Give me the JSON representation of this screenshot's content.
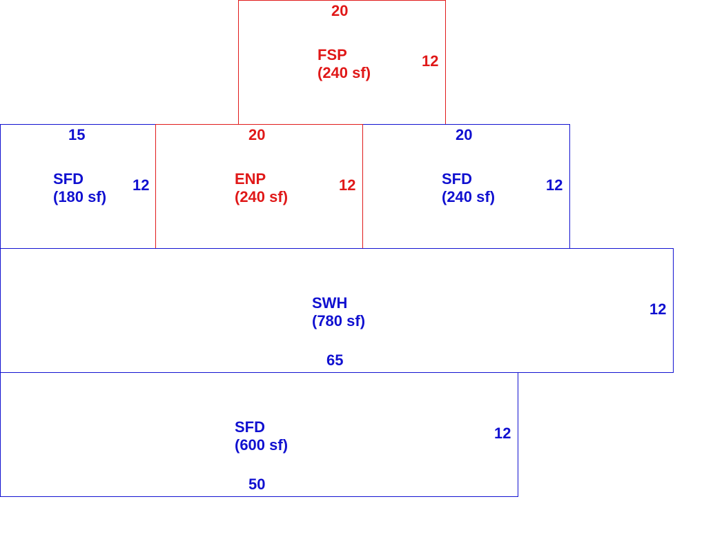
{
  "colors": {
    "blue": "#1010d0",
    "red": "#e01818"
  },
  "rooms": {
    "fsp": {
      "code": "FSP",
      "area": "(240 sf)",
      "width": "20",
      "depth": "12",
      "color": "red"
    },
    "sfd_left": {
      "code": "SFD",
      "area": "(180 sf)",
      "width": "15",
      "depth": "12",
      "color": "blue"
    },
    "enp": {
      "code": "ENP",
      "area": "(240 sf)",
      "width": "20",
      "depth": "12",
      "color": "red"
    },
    "sfd_right": {
      "code": "SFD",
      "area": "(240 sf)",
      "width": "20",
      "depth": "12",
      "color": "blue"
    },
    "swh": {
      "code": "SWH",
      "area": "(780 sf)",
      "width": "65",
      "depth": "12",
      "color": "blue"
    },
    "sfd_bottom": {
      "code": "SFD",
      "area": "(600 sf)",
      "width": "50",
      "depth": "12",
      "color": "blue"
    }
  }
}
